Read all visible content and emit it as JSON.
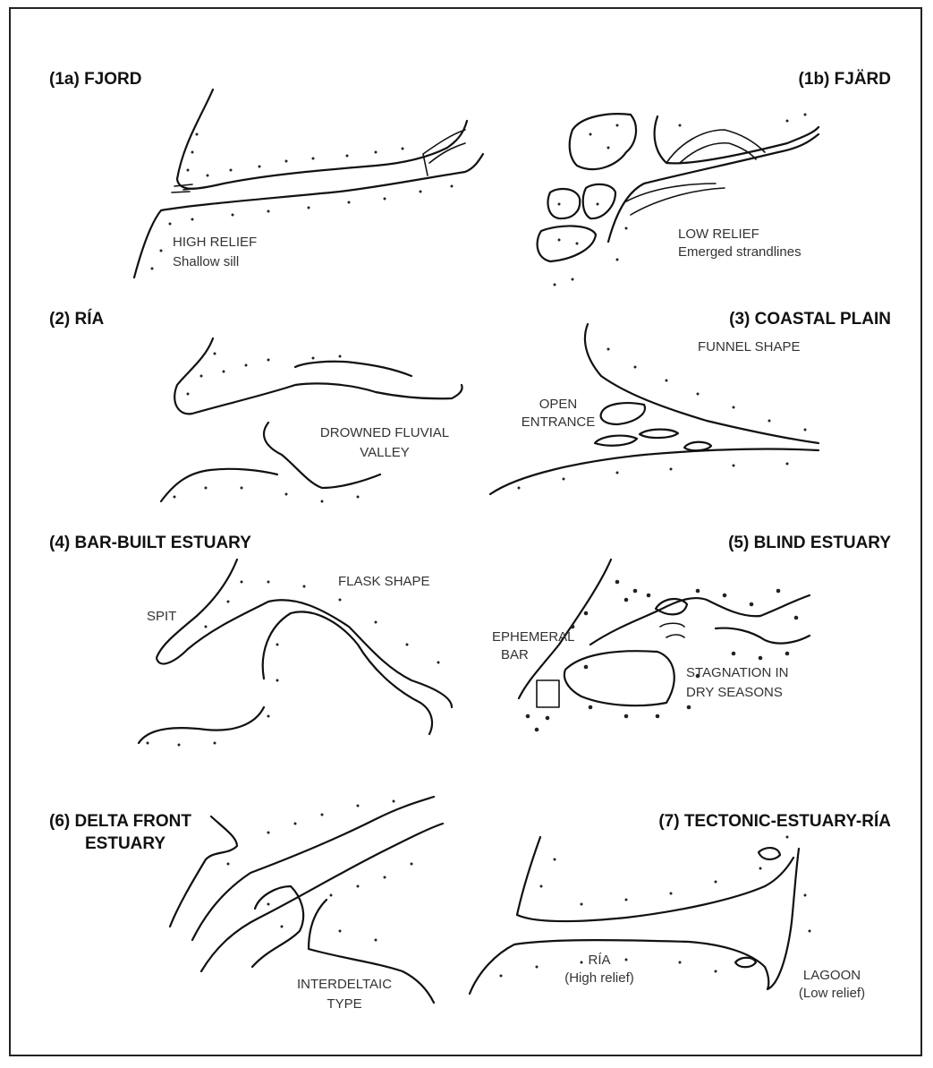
{
  "panels": {
    "p1a": {
      "title": "(1a) FJORD",
      "label1": "HIGH RELIEF",
      "label2": "Shallow sill"
    },
    "p1b": {
      "title": "(1b) FJÄRD",
      "label1": "LOW RELIEF",
      "label2": "Emerged strandlines"
    },
    "p2": {
      "title": "(2) RÍA",
      "label1": "DROWNED FLUVIAL",
      "label2": "VALLEY"
    },
    "p3": {
      "title": "(3) COASTAL PLAIN",
      "label1": "FUNNEL SHAPE",
      "label2": "OPEN",
      "label3": "ENTRANCE"
    },
    "p4": {
      "title": "(4) BAR-BUILT ESTUARY",
      "label1": "SPIT",
      "label2": "FLASK SHAPE"
    },
    "p5": {
      "title": "(5) BLIND ESTUARY",
      "label1": "EPHEMERAL",
      "label2": "BAR",
      "label3": "STAGNATION IN",
      "label4": "DRY SEASONS"
    },
    "p6": {
      "title1": "(6) DELTA FRONT",
      "title2": "ESTUARY",
      "label1": "INTERDELTAIC",
      "label2": "TYPE"
    },
    "p7": {
      "title": "(7) TECTONIC-ESTUARY-RÍA",
      "label1": "RÍA",
      "label2": "(High relief)",
      "label3": "LAGOON",
      "label4": "(Low relief)"
    }
  }
}
